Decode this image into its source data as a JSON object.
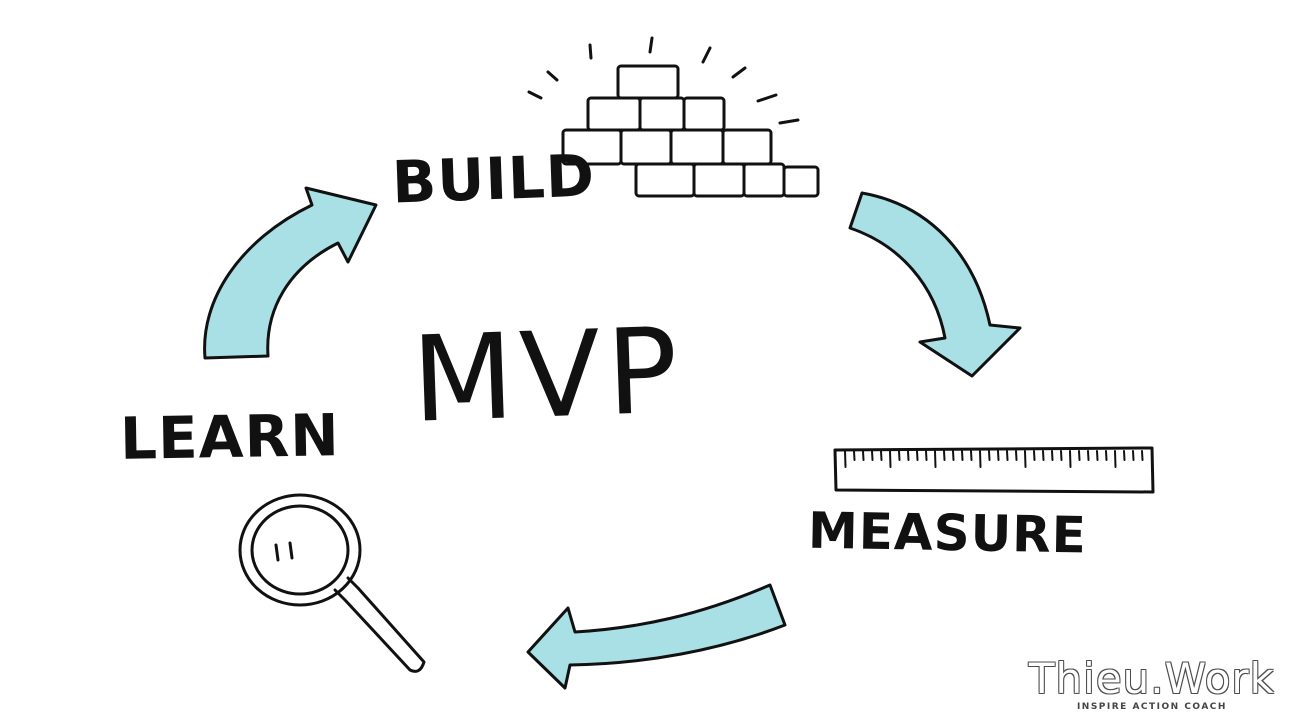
{
  "diagram": {
    "center_label": "MVP",
    "stages": {
      "build": "BUILD",
      "measure": "MEASURE",
      "learn": "LEARN"
    },
    "icons": {
      "build": "brick-wall-icon",
      "measure": "ruler-icon",
      "learn": "magnifying-glass-icon"
    },
    "arrow_color": "#a8e0e6",
    "ink_color": "#111111"
  },
  "watermark": {
    "brand": "Thieu.Work",
    "tagline": "INSPIRE ACTION COACH"
  }
}
